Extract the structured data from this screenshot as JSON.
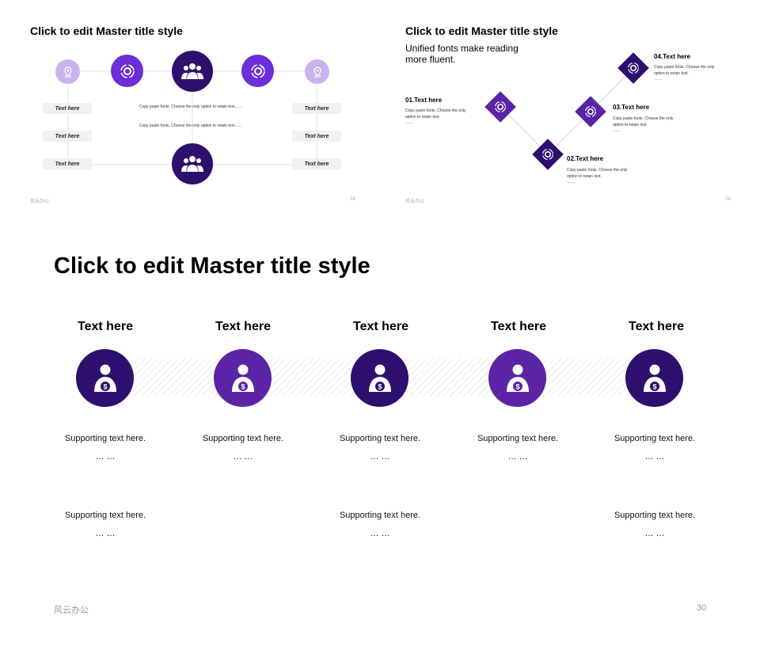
{
  "colors": {
    "dark": "#2e0f6e",
    "mid": "#5b23a6",
    "bright": "#6b2ed9",
    "light": "#c9b3ef"
  },
  "slide28": {
    "title": "Click to edit Master title style",
    "labels": [
      "Text here",
      "Text here",
      "Text here",
      "Text here",
      "Text here",
      "Text here"
    ],
    "body": [
      "Copy paste fonts. Choose the only option to retain text……",
      "Copy paste fonts. Choose the only option to retain text……"
    ],
    "footer_left": "风云办公",
    "page": "28",
    "icons": [
      "location-pin-icon",
      "gear-refresh-icon",
      "team-icon",
      "gear-refresh-icon",
      "location-pin-icon",
      "team-icon"
    ]
  },
  "slide29": {
    "title": "Click to edit Master title style",
    "subtitle": "Unified fonts make reading more fluent.",
    "items": [
      {
        "title": "01.Text here",
        "desc": "Copy paste fonts. Choose the only option to retain text.",
        "dots": "……"
      },
      {
        "title": "02.Text here",
        "desc": "Copy paste fonts. Choose the only option to retain text.",
        "dots": "……"
      },
      {
        "title": "03.Text here",
        "desc": "Copy paste fonts. Choose the only option to retain text.",
        "dots": "……"
      },
      {
        "title": "04.Text here",
        "desc": "Copy paste fonts. Choose the only option to retain text.",
        "dots": "……"
      }
    ],
    "footer_left": "风云办公",
    "page": "29",
    "icon": "gear-refresh-icon"
  },
  "slide30": {
    "title": "Click to edit Master title style",
    "columns": [
      {
        "title": "Text here",
        "support1": "Supporting text here.",
        "dots1": "… …",
        "support2": "Supporting text here.",
        "dots2": "… …"
      },
      {
        "title": "Text here",
        "support1": "Supporting text here.",
        "dots1": "… …",
        "support2": "",
        "dots2": ""
      },
      {
        "title": "Text here",
        "support1": "Supporting text here.",
        "dots1": "… …",
        "support2": "Supporting text here.",
        "dots2": "… …"
      },
      {
        "title": "Text here",
        "support1": "Supporting text here.",
        "dots1": "… …",
        "support2": "",
        "dots2": ""
      },
      {
        "title": "Text here",
        "support1": "Supporting text here.",
        "dots1": "… …",
        "support2": "Supporting text here.",
        "dots2": "… …"
      }
    ],
    "footer_left": "风云办公",
    "page": "30",
    "icon": "businessman-money-icon"
  }
}
